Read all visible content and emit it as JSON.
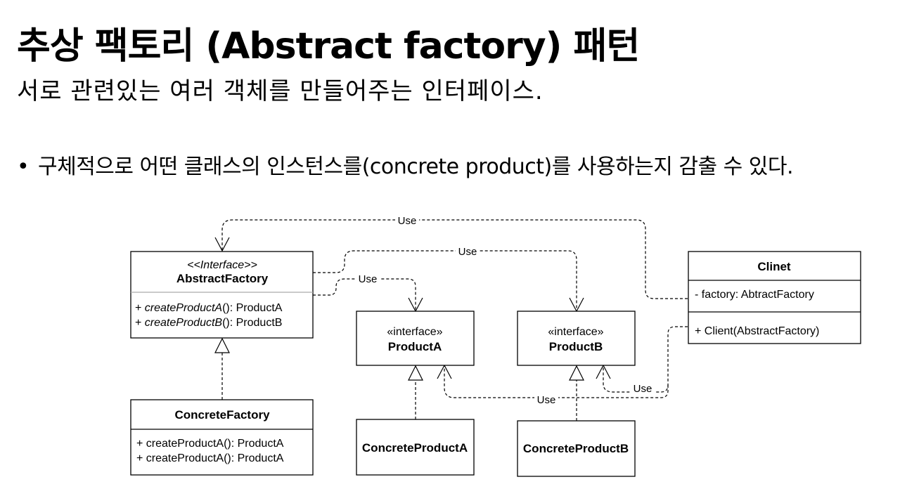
{
  "slide": {
    "title": "추상 팩토리 (Abstract factory) 패턴",
    "subtitle": "서로  관련있는  여러  객체를  만들어주는  인터페이스.",
    "bullet_marker": "•",
    "bullet": "구체적으로 어떤 클래스의 인스턴스를(concrete product)를 사용하는지 감출 수 있다."
  },
  "diagram": {
    "abstract_factory": {
      "stereotype": "<<Interface>>",
      "name": "AbstractFactory",
      "ops": [
        {
          "prefix": "+ ",
          "name": "createProductA",
          "suffix": "(): ProductA"
        },
        {
          "prefix": "+ ",
          "name": "createProductB",
          "suffix": "(): ProductB"
        }
      ]
    },
    "concrete_factory": {
      "name": "ConcreteFactory",
      "ops": [
        "+ createProductA(): ProductA",
        "+ createProductA(): ProductA"
      ]
    },
    "product_a": {
      "stereotype": "«interface»",
      "name": "ProductA"
    },
    "product_b": {
      "stereotype": "«interface»",
      "name": "ProductB"
    },
    "concrete_product_a": {
      "name": "ConcreteProductA"
    },
    "concrete_product_b": {
      "name": "ConcreteProductB"
    },
    "client": {
      "name": "Clinet",
      "attr": "- factory: AbtractFactory",
      "op": "+ Client(AbstractFactory)"
    },
    "use_labels": {
      "client_to_factory": "Use",
      "factory_to_product_b": "Use",
      "factory_to_product_a": "Use",
      "client_to_product_b": "Use",
      "client_to_product_a": "Use"
    }
  }
}
